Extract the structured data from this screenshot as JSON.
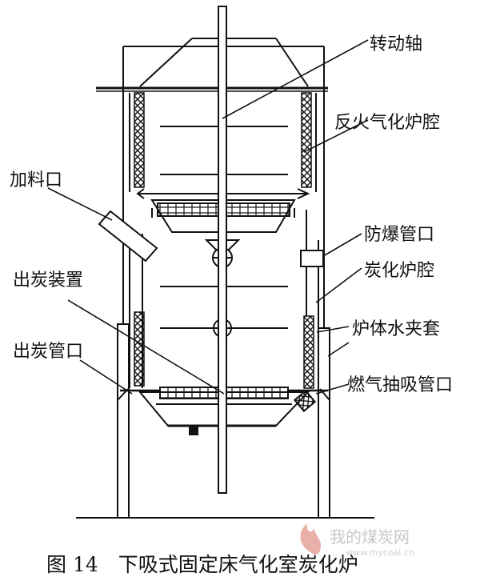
{
  "labels": {
    "rotating_shaft": "转动轴",
    "reverse_fire_chamber": "反火气化炉腔",
    "feed_inlet": "加料口",
    "explosion_vent": "防爆管口",
    "char_discharge_device": "出炭装置",
    "carbonization_chamber": "炭化炉腔",
    "water_jacket": "炉体水夹套",
    "char_outlet": "出炭管口",
    "gas_suction_outlet": "燃气抽吸管口"
  },
  "caption": "图 14　下吸式固定床气化室炭化炉",
  "watermark": {
    "text": "我的煤炭网",
    "domain": "www.mycoal.cn"
  },
  "colors": {
    "line": "#111111",
    "watermark": "#c8c8c8",
    "flame": "#e8b0a8"
  }
}
